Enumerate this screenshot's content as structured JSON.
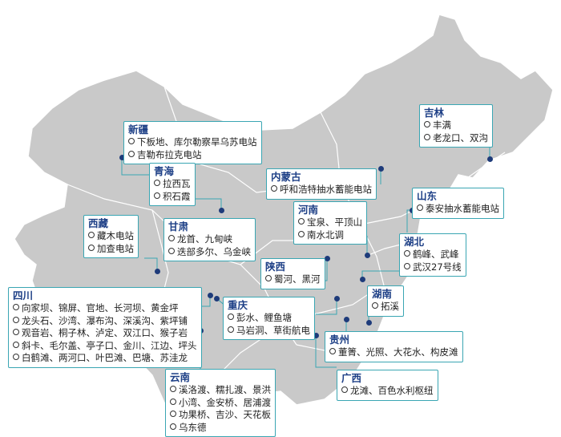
{
  "colors": {
    "land": "#c9c9c9",
    "border_line": "#ffffff",
    "box_border": "#3aa6b3",
    "leader_line": "#3aa6b3",
    "title_text": "#1d3f86",
    "site_dot": "#1e3b7a"
  },
  "provinces": {
    "xinjiang": {
      "name": "新疆",
      "sites": [
        "下板地、库尔勒察旱乌苏电站",
        "吉勒布拉克电站"
      ]
    },
    "qinghai": {
      "name": "青海",
      "sites": [
        "拉西瓦",
        "积石霞"
      ]
    },
    "xizang": {
      "name": "西藏",
      "sites": [
        "藏木电站",
        "加查电站"
      ]
    },
    "gansu": {
      "name": "甘肃",
      "sites": [
        "龙首、九甸峡",
        "迭部多尔、乌金峡"
      ]
    },
    "neimenggu": {
      "name": "内蒙古",
      "sites": [
        "呼和浩特抽水蓄能电站"
      ]
    },
    "jilin": {
      "name": "吉林",
      "sites": [
        "丰满",
        "老龙口、双沟"
      ]
    },
    "henan": {
      "name": "河南",
      "sites": [
        "宝泉、平顶山",
        "南水北调"
      ]
    },
    "shandong": {
      "name": "山东",
      "sites": [
        "泰安抽水蓄能电站"
      ]
    },
    "shaanxi": {
      "name": "陕西",
      "sites": [
        "蜀河、黑河"
      ]
    },
    "hubei": {
      "name": "湖北",
      "sites": [
        "鹤峰、武峰",
        "武汉27号线"
      ]
    },
    "sichuan": {
      "name": "四川",
      "sites": [
        "向家坝、锦屏、官地、长河坝、黄金坪",
        "龙头石、沙湾、瀑布沟、深溪沟、紫坪铺",
        "观音岩、桐子林、泸定、双江口、猴子岩",
        "斜卡、毛尔盖、亭子口、金川、江边、坪头",
        "白鹤滩、两河口、叶巴滩、巴塘、苏洼龙"
      ]
    },
    "chongqing": {
      "name": "重庆",
      "sites": [
        "彭水、鲤鱼塘",
        "马岩洞、草街航电"
      ]
    },
    "hunan": {
      "name": "湖南",
      "sites": [
        "拓溪"
      ]
    },
    "guizhou": {
      "name": "贵州",
      "sites": [
        "董箐、光照、大花水、构皮滩"
      ]
    },
    "yunnan": {
      "name": "云南",
      "sites": [
        "溪洛渡、糯扎渡、景洪",
        "小湾、金安桥、居浦渡",
        "功果桥、吉沙、天花板",
        "乌东德"
      ]
    },
    "guangxi": {
      "name": "广西",
      "sites": [
        "龙滩、百色水利枢纽"
      ]
    }
  }
}
